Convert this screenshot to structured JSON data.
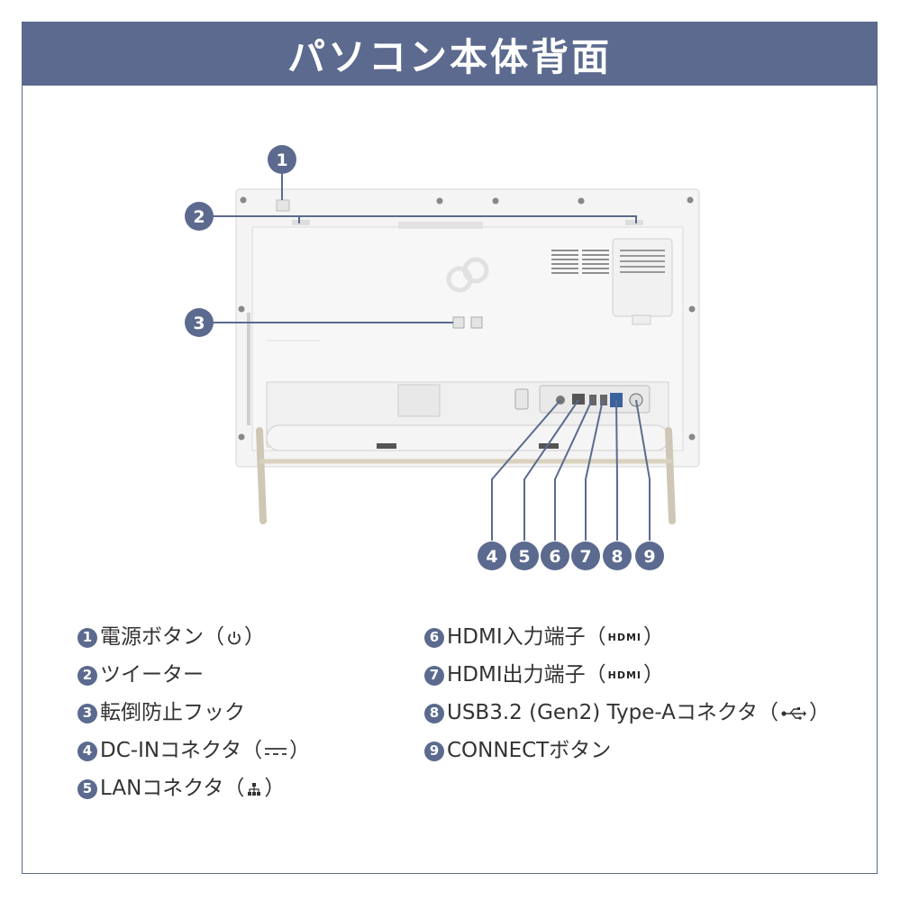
{
  "title": "パソコン本体背面",
  "callouts": [
    "1",
    "2",
    "3",
    "4",
    "5",
    "6",
    "7",
    "8",
    "9"
  ],
  "legend": [
    {
      "num": "1",
      "text": "電源ボタン",
      "open": "（",
      "close": "）",
      "icon": "power-icon"
    },
    {
      "num": "2",
      "text": "ツイーター",
      "open": "",
      "close": "",
      "icon": ""
    },
    {
      "num": "3",
      "text": "転倒防止フック",
      "open": "",
      "close": "",
      "icon": ""
    },
    {
      "num": "4",
      "text": "DC-INコネクタ",
      "open": "（",
      "close": "）",
      "icon": "dc-in-icon"
    },
    {
      "num": "5",
      "text": "LANコネクタ",
      "open": "（",
      "close": "）",
      "icon": "lan-icon"
    },
    {
      "num": "6",
      "text": "HDMI入力端子",
      "open": "（",
      "close": "）",
      "icon": "hdmi-icon"
    },
    {
      "num": "7",
      "text": "HDMI出力端子",
      "open": "（",
      "close": "）",
      "icon": "hdmi-icon"
    },
    {
      "num": "8",
      "text": "USB3.2 (Gen2) Type-Aコネクタ",
      "open": "（",
      "close": "）",
      "icon": "usb-icon"
    },
    {
      "num": "9",
      "text": "CONNECTボタン",
      "open": "",
      "close": "",
      "icon": ""
    }
  ],
  "icon_labels": {
    "hdmi": "HDMI"
  },
  "colors": {
    "accent": "#5b6a8e",
    "text": "#333333",
    "device": "#f2f2f2"
  }
}
